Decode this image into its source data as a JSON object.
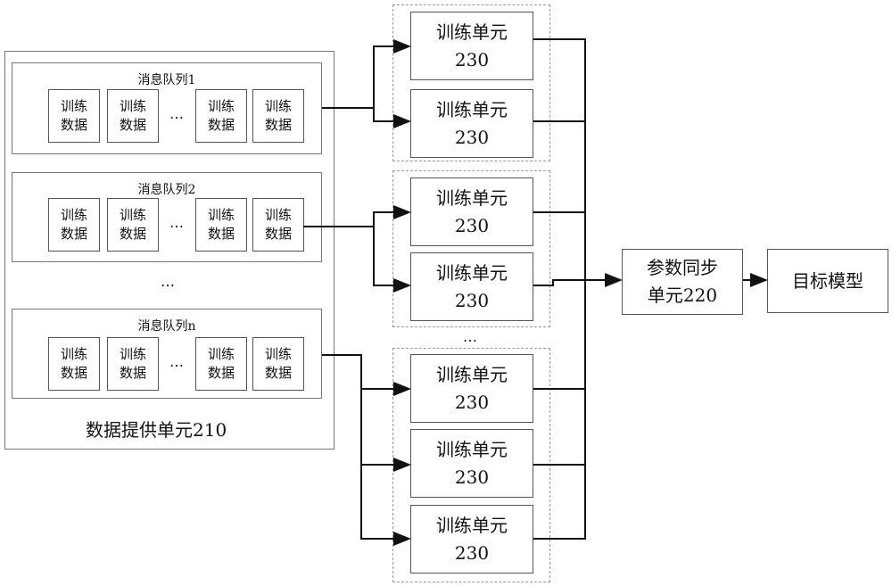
{
  "data_provider": {
    "label": "数据提供单元210",
    "queues": [
      {
        "title": "消息队列1",
        "cells": [
          [
            "训练",
            "数据"
          ],
          [
            "训练",
            "数据"
          ],
          [
            "训练",
            "数据"
          ],
          [
            "训练",
            "数据"
          ]
        ]
      },
      {
        "title": "消息队列2",
        "cells": [
          [
            "训练",
            "数据"
          ],
          [
            "训练",
            "数据"
          ],
          [
            "训练",
            "数据"
          ],
          [
            "训练",
            "数据"
          ]
        ]
      },
      {
        "title": "消息队列n",
        "cells": [
          [
            "训练",
            "数据"
          ],
          [
            "训练",
            "数据"
          ],
          [
            "训练",
            "数据"
          ],
          [
            "训练",
            "数据"
          ]
        ]
      }
    ],
    "row_ellipsis": "…",
    "between_ellipsis": "…"
  },
  "training_units": [
    {
      "line1": "训练单元",
      "line2": "230"
    },
    {
      "line1": "训练单元",
      "line2": "230"
    },
    {
      "line1": "训练单元",
      "line2": "230"
    },
    {
      "line1": "训练单元",
      "line2": "230"
    },
    {
      "line1": "训练单元",
      "line2": "230"
    },
    {
      "line1": "训练单元",
      "line2": "230"
    },
    {
      "line1": "训练单元",
      "line2": "230"
    }
  ],
  "unit_group_ellipsis": "…",
  "param_sync": {
    "line1": "参数同步",
    "line2": "单元220"
  },
  "target_model": {
    "label": "目标模型"
  },
  "colors": {
    "line": "#111111",
    "border": "#555555",
    "dashed": "#999999"
  }
}
